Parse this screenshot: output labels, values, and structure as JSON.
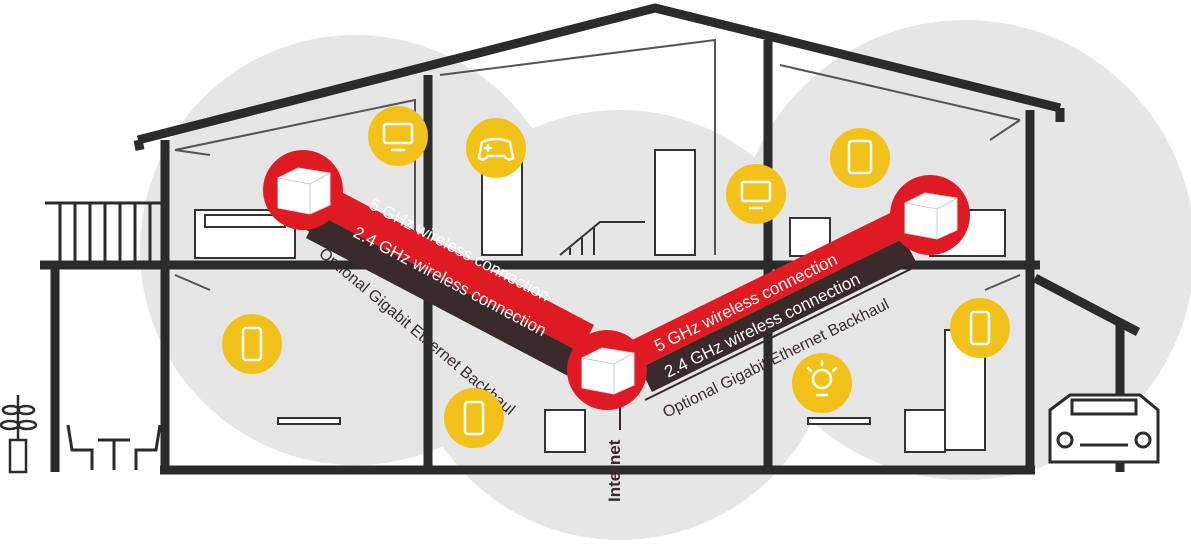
{
  "colors": {
    "coverage": "#e6e6e6",
    "house_line": "#2b2b2b",
    "red": "#e01a22",
    "dark": "#3a2a2a",
    "icon_yellow": "#f2c21b",
    "white": "#ffffff"
  },
  "links": {
    "left": {
      "band5": "5 GHz wireless connection",
      "band24": "2.4 GHz wireless connection",
      "backhaul": "Optional Gigabit Ethernet Backhaul"
    },
    "right": {
      "band5": "5 GHz wireless connection",
      "band24": "2.4 GHz wireless connection",
      "backhaul": "Optional Gigabit Ethernet Backhaul"
    }
  },
  "internet_label": "Internet",
  "devices": [
    {
      "icon": "monitor-icon"
    },
    {
      "icon": "gamepad-icon"
    },
    {
      "icon": "tablet-icon"
    },
    {
      "icon": "monitor-icon"
    },
    {
      "icon": "phone-icon"
    },
    {
      "icon": "phone-icon"
    },
    {
      "icon": "lightbulb-icon"
    },
    {
      "icon": "phone-icon"
    }
  ]
}
